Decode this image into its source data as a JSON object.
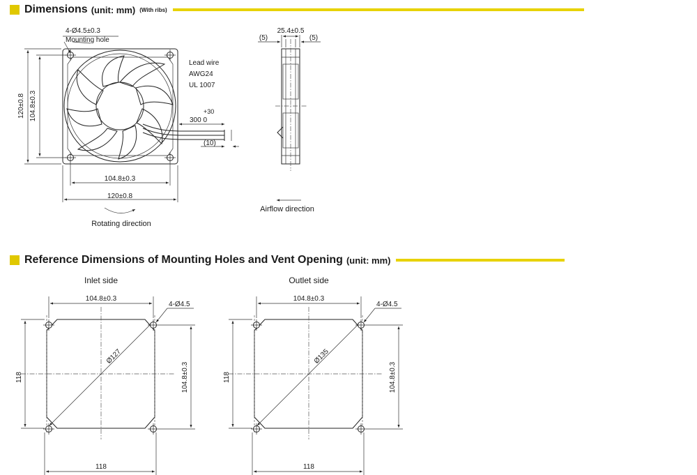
{
  "section1": {
    "title": "Dimensions",
    "unit": "(unit: mm)",
    "ribs_note": "(With ribs)",
    "front": {
      "hole_spec": "4-Ø4.5±0.3",
      "hole_label": "Mounting hole",
      "lead_wire_lines": [
        "Lead wire",
        "AWG24",
        "UL 1007"
      ],
      "wire_tol": "+30",
      "wire_len": "300  0",
      "wire_strip": "(10)",
      "height_outer": "120±0.8",
      "height_inner": "104.8±0.3",
      "width_inner": "104.8±0.3",
      "width_outer": "120±0.8",
      "rotating_label": "Rotating direction"
    },
    "side": {
      "thickness": "25.4±0.5",
      "left_gap": "(5)",
      "right_gap": "(5)",
      "airflow_label": "Airflow direction"
    }
  },
  "section2": {
    "title": "Reference Dimensions of Mounting Holes and Vent Opening",
    "unit": "(unit: mm)",
    "views": [
      {
        "side_label": "Inlet side",
        "hole_pitch_h": "104.8±0.3",
        "hole_spec": "4-Ø4.5",
        "diameter": "Ø127",
        "height": "118",
        "hole_pitch_v": "104.8±0.3",
        "width": "118"
      },
      {
        "side_label": "Outlet side",
        "hole_pitch_h": "104.8±0.3",
        "hole_spec": "4-Ø4.5",
        "diameter": "Ø135",
        "height": "118",
        "hole_pitch_v": "104.8±0.3",
        "width": "118"
      }
    ]
  }
}
